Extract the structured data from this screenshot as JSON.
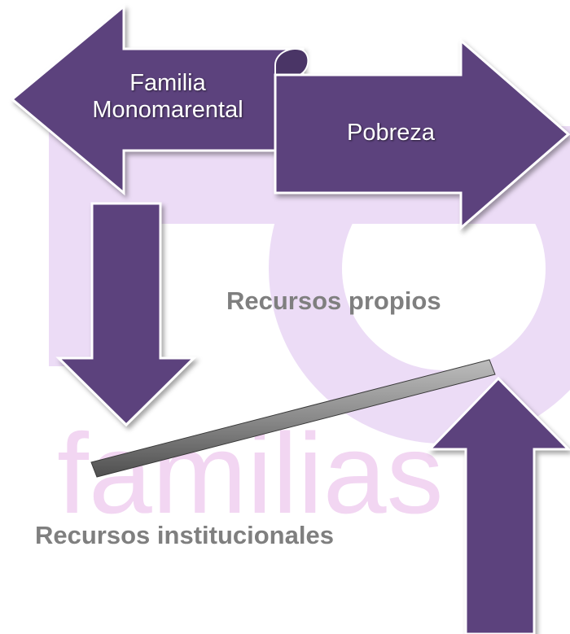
{
  "watermark": {
    "text": "familias",
    "text_color": "#f2d6f2",
    "shape_color": "#e9d4f3",
    "is_logo": true
  },
  "arrows": {
    "familia": {
      "line1": "Familia",
      "line2": "Monomarental",
      "icon": "left-arrow"
    },
    "pobreza": {
      "label": "Pobreza",
      "icon": "right-arrow"
    },
    "down_arrow": {
      "icon": "down-arrow"
    },
    "up_arrow": {
      "icon": "up-arrow"
    }
  },
  "labels": {
    "recursos_propios": "Recursos propios",
    "recursos_institucionales": "Recursos institucionales"
  },
  "colors": {
    "arrow_fill": "#5c437d",
    "arrow_stroke": "#ffffff",
    "label_gray": "#7f7f7f",
    "bar_gray": "#8a8a8a"
  }
}
